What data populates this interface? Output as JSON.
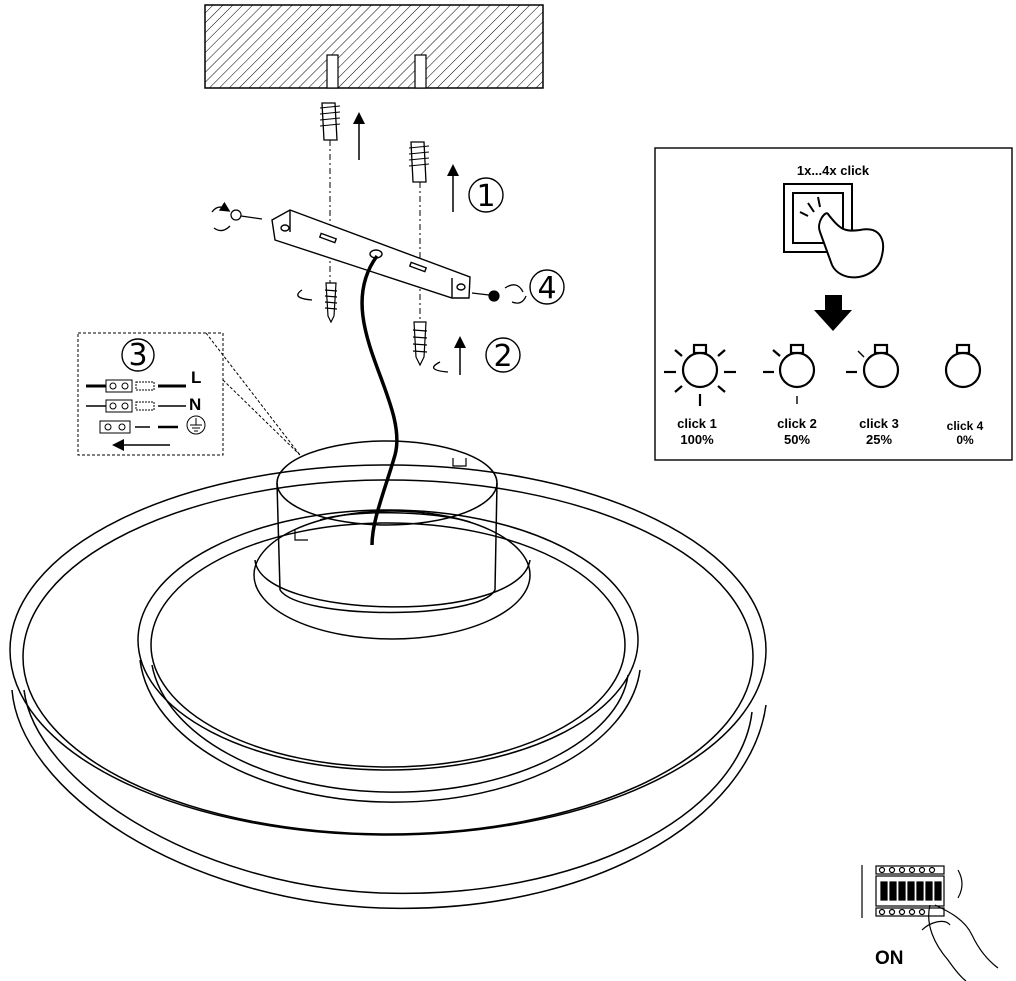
{
  "steps": [
    "1",
    "2",
    "3",
    "4"
  ],
  "wiring": {
    "live": "L",
    "neutral": "N"
  },
  "dimmer": {
    "title": "1x...4x click",
    "levels": [
      {
        "click": "click 1",
        "percent": "100%"
      },
      {
        "click": "click 2",
        "percent": "50%"
      },
      {
        "click": "click 3",
        "percent": "25%"
      },
      {
        "click": "click 4",
        "percent": "0%"
      }
    ]
  },
  "breaker": {
    "state": "ON"
  },
  "colors": {
    "line": "#000000",
    "background": "#ffffff"
  }
}
